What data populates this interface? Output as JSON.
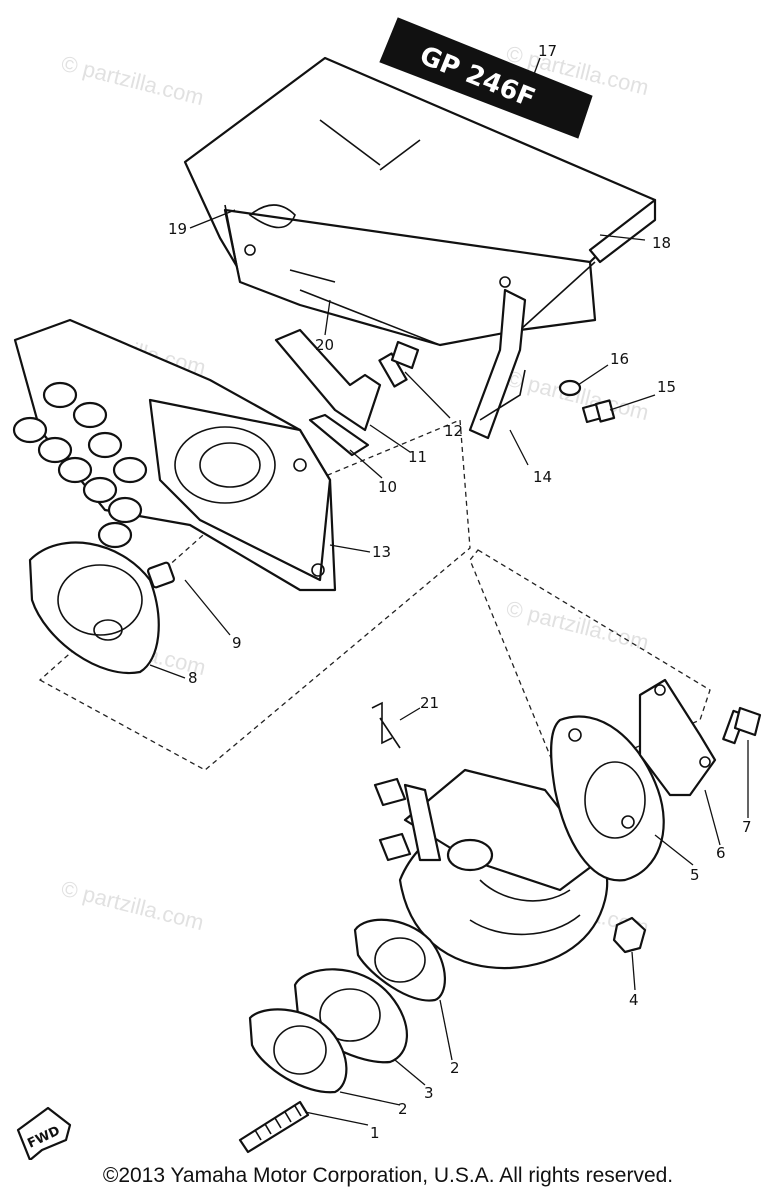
{
  "diagram": {
    "callouts": [
      {
        "id": "label-1",
        "text": "1"
      },
      {
        "id": "label-2a",
        "text": "2"
      },
      {
        "id": "label-2b",
        "text": "2"
      },
      {
        "id": "label-3",
        "text": "3"
      },
      {
        "id": "label-4",
        "text": "4"
      },
      {
        "id": "label-5",
        "text": "5"
      },
      {
        "id": "label-6",
        "text": "6"
      },
      {
        "id": "label-7",
        "text": "7"
      },
      {
        "id": "label-8",
        "text": "8"
      },
      {
        "id": "label-9",
        "text": "9"
      },
      {
        "id": "label-10",
        "text": "10"
      },
      {
        "id": "label-11",
        "text": "11"
      },
      {
        "id": "label-12",
        "text": "12"
      },
      {
        "id": "label-13",
        "text": "13"
      },
      {
        "id": "label-14",
        "text": "14"
      },
      {
        "id": "label-15",
        "text": "15"
      },
      {
        "id": "label-16",
        "text": "16"
      },
      {
        "id": "label-17",
        "text": "17"
      },
      {
        "id": "label-18",
        "text": "18"
      },
      {
        "id": "label-19",
        "text": "19"
      },
      {
        "id": "label-20",
        "text": "20"
      },
      {
        "id": "label-21",
        "text": "21"
      }
    ],
    "decal_text": "GP 246F",
    "fwd_label": "FWD",
    "watermark": "© partzilla.com",
    "copyright": "©2013 Yamaha Motor Corporation, U.S.A. All rights reserved."
  }
}
